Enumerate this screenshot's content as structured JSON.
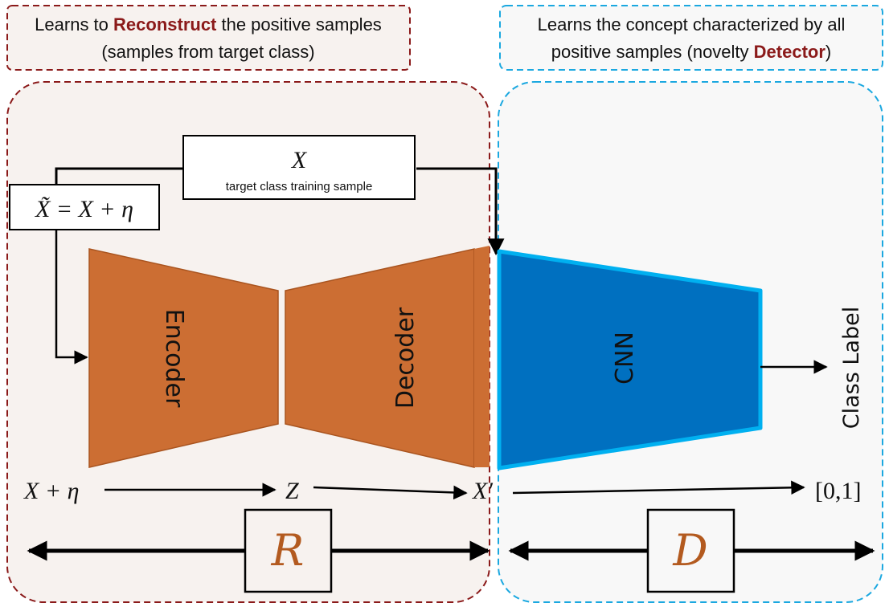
{
  "top_left_caption": {
    "line1_prefix": "Learns to ",
    "line1_bold": "Reconstruct",
    "line1_suffix": " the positive samples",
    "line2": "(samples from target class)"
  },
  "top_right_caption": {
    "line1": "Learns the concept characterized by all",
    "line2_prefix": "positive samples (novelty ",
    "line2_bold": "Detector",
    "line2_suffix": ")"
  },
  "input_box": {
    "symbol": "X",
    "caption": "target class training sample"
  },
  "noise_box": {
    "equation": "X̃ = X + η"
  },
  "blocks": {
    "encoder": "Encoder",
    "decoder": "Decoder",
    "cnn": "CNN",
    "output_label": "Class Label"
  },
  "flow": {
    "input": "X + η",
    "latent": "Z",
    "reconstruction": "X′",
    "output": "[0,1]"
  },
  "modules": {
    "reconstructor": "R",
    "detector": "D"
  },
  "colors": {
    "reconstruct_accent": "#8b1a1a",
    "left_panel_border": "#8b1a1a",
    "left_panel_bg": "#f7f2ef",
    "right_panel_border": "#1ba8e0",
    "right_panel_bg": "#f8f8f8",
    "autoencoder_fill": "#cc6e33",
    "cnn_fill": "#0070c0",
    "cnn_border": "#00b0f0",
    "module_symbol": "#b35a1f"
  }
}
